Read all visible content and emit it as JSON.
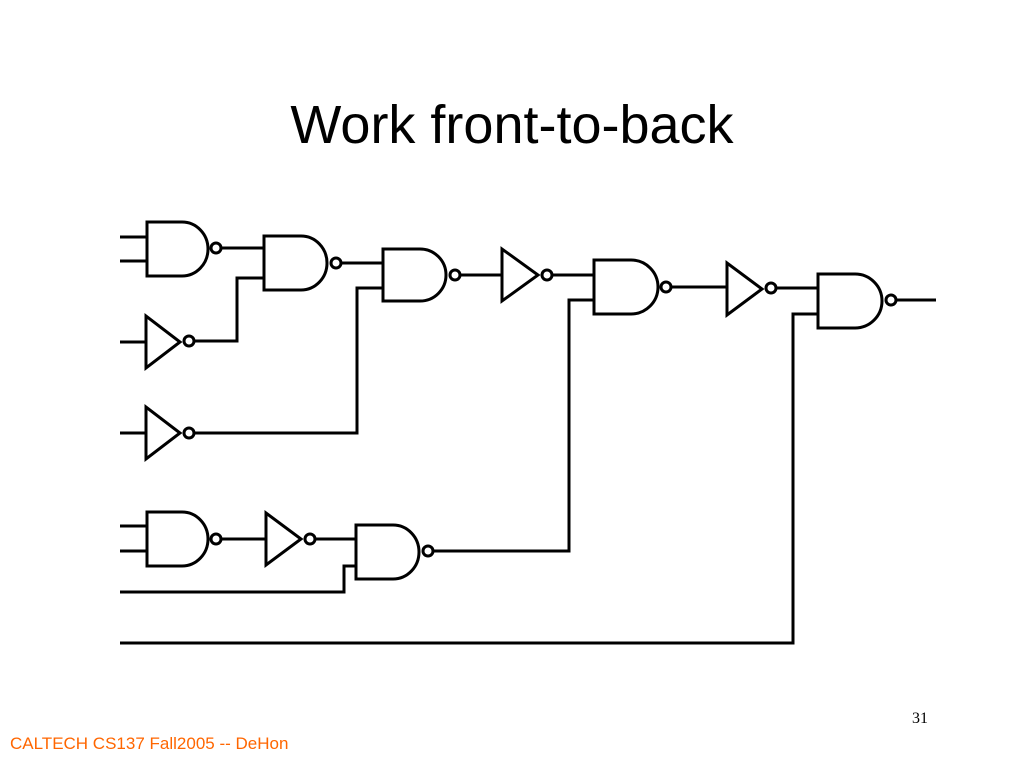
{
  "slide": {
    "title": "Work front-to-back",
    "page_number": "31",
    "footer": "CALTECH CS137 Fall2005 -- DeHon",
    "footer_color": "#ff6600",
    "text_color": "#000000",
    "line_color": "#000000"
  }
}
